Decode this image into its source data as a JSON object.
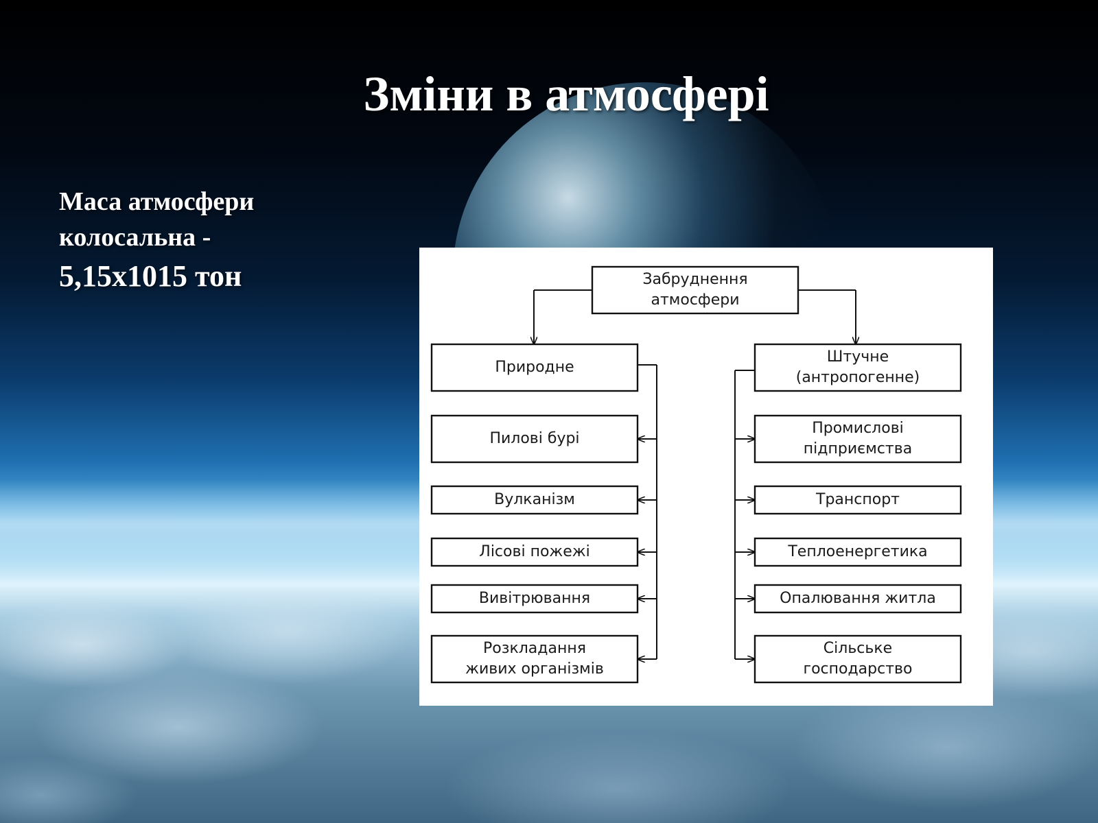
{
  "slide": {
    "title": "Зміни в атмосфері",
    "body_lines": [
      "Маса атмосфери",
      "колосальна -",
      "5,15х1015 тон"
    ]
  },
  "diagram": {
    "root": {
      "lines": [
        "Забруднення",
        "атмосфери"
      ]
    },
    "natural": {
      "header": {
        "lines": [
          "Природне"
        ]
      },
      "items": [
        {
          "lines": [
            "Пилові бурі"
          ]
        },
        {
          "lines": [
            "Вулканізм"
          ]
        },
        {
          "lines": [
            "Лісові пожежі"
          ]
        },
        {
          "lines": [
            "Вивітрювання"
          ]
        },
        {
          "lines": [
            "Розкладання",
            "живих організмів"
          ]
        }
      ]
    },
    "artificial": {
      "header": {
        "lines": [
          "Штучне",
          "(антропогенне)"
        ]
      },
      "items": [
        {
          "lines": [
            "Промислові",
            "підприємства"
          ]
        },
        {
          "lines": [
            "Транспорт"
          ]
        },
        {
          "lines": [
            "Теплоенергетика"
          ]
        },
        {
          "lines": [
            "Опалювання житла"
          ]
        },
        {
          "lines": [
            "Сільське",
            "господарство"
          ]
        }
      ]
    }
  }
}
